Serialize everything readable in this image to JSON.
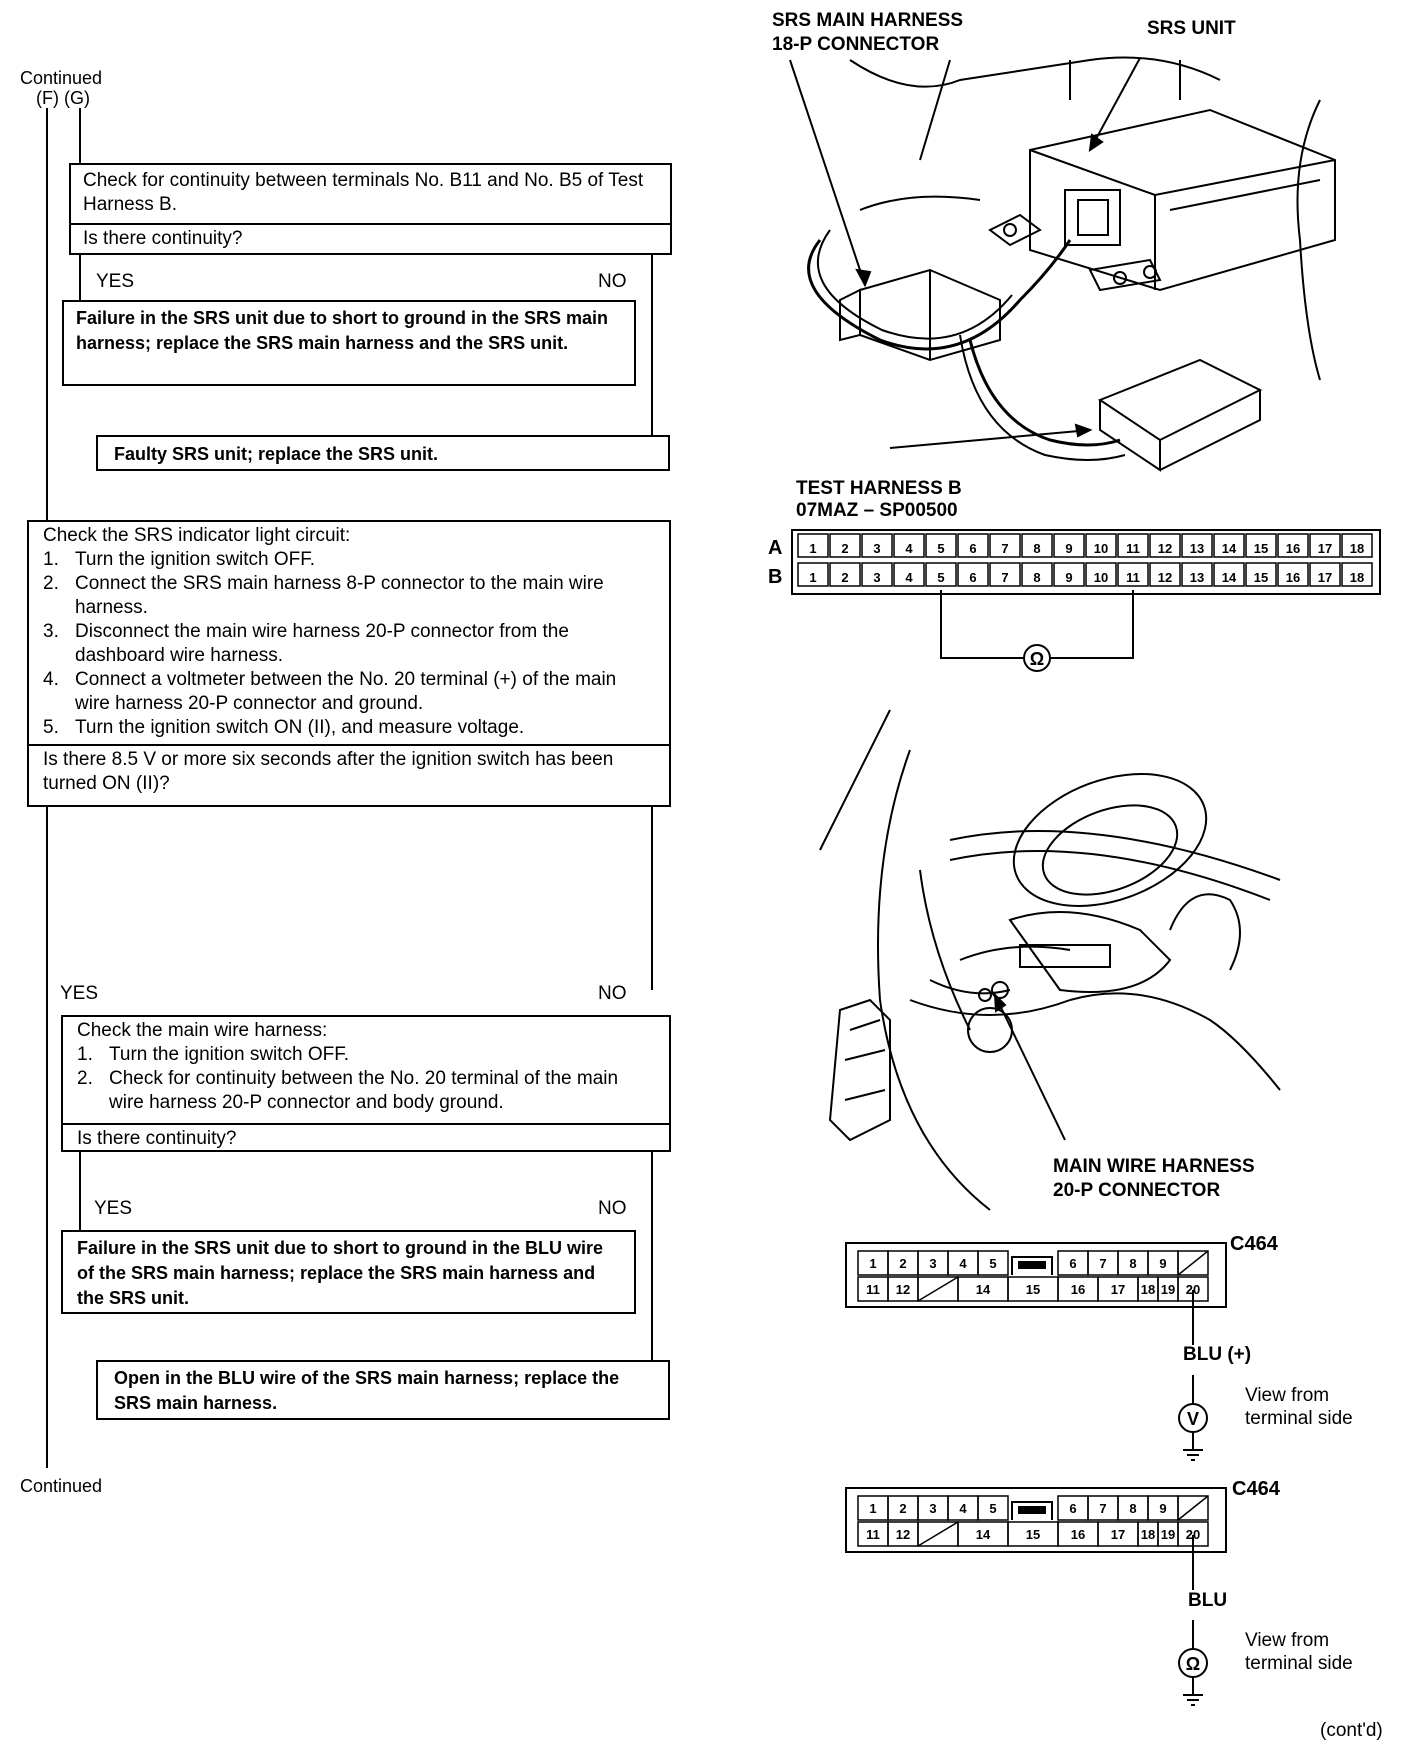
{
  "flow": {
    "continued_top": "Continued",
    "branch_labels": "(F) (G)",
    "box1_text": "Check for continuity between terminals No. B11 and No. B5 of Test Harness B.",
    "box1_question": "Is there continuity?",
    "yes1": "YES",
    "no1": "NO",
    "result1": "Failure in the SRS unit due to short to ground in the SRS main harness; replace the SRS main harness and the SRS unit.",
    "result2": "Faulty SRS unit; replace the SRS unit.",
    "box2_title": "Check the SRS indicator light circuit:",
    "box2_steps": [
      {
        "n": "1.",
        "t": "Turn the ignition switch OFF."
      },
      {
        "n": "2.",
        "t": "Connect the SRS main harness 8-P connector to the main wire harness."
      },
      {
        "n": "3.",
        "t": "Disconnect the main wire harness 20-P connector from the dashboard wire harness."
      },
      {
        "n": "4.",
        "t": "Connect a voltmeter between the No. 20 terminal (+) of the main wire harness 20-P connector and ground."
      },
      {
        "n": "5.",
        "t": "Turn the ignition switch ON (II), and measure voltage."
      }
    ],
    "box2_question": "Is there 8.5 V or more six seconds after the ignition switch has been turned ON (II)?",
    "yes2": "YES",
    "no2": "NO",
    "box3_title": "Check the main wire harness:",
    "box3_steps": [
      {
        "n": "1.",
        "t": "Turn the ignition switch OFF."
      },
      {
        "n": "2.",
        "t": "Check for continuity between the No. 20 terminal of the main wire harness 20-P connector and body ground."
      }
    ],
    "box3_question": "Is there continuity?",
    "yes3": "YES",
    "no3": "NO",
    "result3": "Failure in the SRS unit due to short to ground in the BLU wire of the SRS main harness; replace the SRS main harness and the SRS unit.",
    "result4": "Open in the BLU wire of the SRS main harness; replace the SRS main harness.",
    "continued_bottom": "Continued"
  },
  "right": {
    "srs_harness_line1": "SRS MAIN HARNESS",
    "srs_harness_line2": "18-P CONNECTOR",
    "srs_unit": "SRS UNIT",
    "test_harness_line1": "TEST HARNESS B",
    "test_harness_line2": "07MAZ – SP00500",
    "row_a": "A",
    "row_b": "B",
    "pins_18": [
      "1",
      "2",
      "3",
      "4",
      "5",
      "6",
      "7",
      "8",
      "9",
      "10",
      "11",
      "12",
      "13",
      "14",
      "15",
      "16",
      "17",
      "18"
    ],
    "ohm_symbol": "Ω",
    "main_wire_line1": "MAIN WIRE HARNESS",
    "main_wire_line2": "20-P CONNECTOR",
    "c464_label": "C464",
    "c464_top": [
      "1",
      "2",
      "3",
      "4",
      "5",
      "6",
      "7",
      "8",
      "9"
    ],
    "c464_bottom": [
      "11",
      "12",
      "14",
      "15",
      "16",
      "17",
      "18",
      "19",
      "20"
    ],
    "blu_plus": "BLU (+)",
    "blu": "BLU",
    "volt_symbol": "V",
    "view_line1": "View from",
    "view_line2": "terminal side",
    "contd": "(cont'd)"
  }
}
